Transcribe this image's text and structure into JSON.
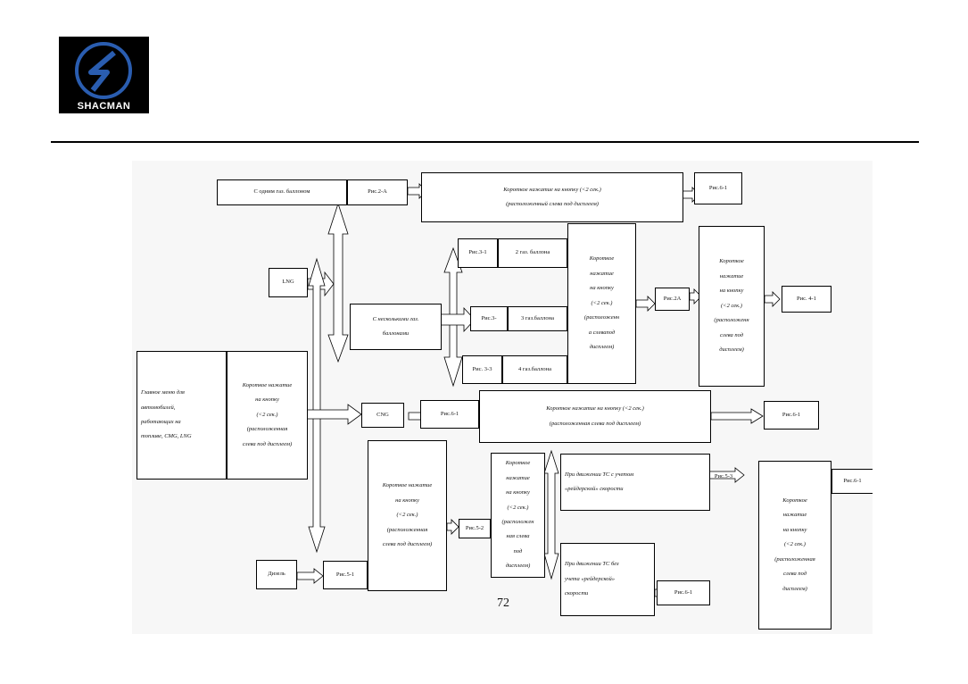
{
  "logo": {
    "text": "SHACMAN"
  },
  "page_number": "72",
  "boxes": {
    "gas_one": "С одним газ. баллоном",
    "ref_2a": "Рис.2-А",
    "short_press_top": {
      "line1": "Короткое нажатие   на кнопку   (<2 сек.)",
      "line2": "(расположенный    слева под дисплеем)"
    },
    "ref_6_1_top": "Рис.6-1",
    "lng": "LNG",
    "ref_3_1": "Рис.3-1",
    "two_balloons": "2 газ. баллона",
    "ref_3_2": "Рис.3-",
    "three_balloons": "3 газ.баллона",
    "ref_3_3": "Рис. 3-3",
    "four_balloons": "4 газ.баллона",
    "multi_balloons": {
      "line1": "С несколькими    газ.",
      "line2": "баллонами"
    },
    "short_press_tall": [
      "Короткое",
      "нажатие",
      "на кнопку",
      "(<2 сек.)",
      "(расположенн",
      "а   слевапод",
      "дисплеем)"
    ],
    "ref_2a_mid": "Рис.2А",
    "short_press_right": [
      "Короткое",
      "нажатие",
      "на кнопку",
      "(<2 сек.)",
      "(расположенн",
      "слева под",
      "дисплеем)"
    ],
    "ref_4_1": "Рис. 4-1",
    "left_desc": [
      "Главное меню для",
      "автомобилей,",
      "работающих на",
      "топливе, СМG, LNG"
    ],
    "left_press": [
      "Короткое нажатие",
      "на кнопку",
      "(<2 сек.)",
      "(расположенная",
      "слева под дисплеем)"
    ],
    "cng": "CNG",
    "ref_6_1_mid": "Рис.6-1",
    "short_press_cng": {
      "line1": "Короткое нажатие на кнопку (<2 сек.)",
      "line2": "(расположенная    слева под дисплеем)"
    },
    "ref_6_1_right": "Рис.6-1",
    "diesel": "Дизель",
    "ref_5_1": "Рис.5-1",
    "press_diesel": [
      "Короткое нажатие",
      "на кнопку",
      "(<2 сек.)",
      "(расположенная",
      "слева под дисплеем)"
    ],
    "ref_5_2": "Рис.5-2",
    "press_narrow": [
      "Короткое",
      "нажатие",
      "на кнопку",
      "(<2 сек.)",
      "(расположен",
      "ная слева",
      "под",
      "дисплеем)"
    ],
    "with_brake": {
      "line1": "При движении ТС с учетом",
      "line2": "«рейдерской»   скорости"
    },
    "ref_5_3": "Рис.5-3",
    "press_far_right": [
      "Короткое",
      "нажатие",
      "на кнопку",
      "(<2 сек.)",
      "(расположенная",
      "слева под",
      "дисплеем)"
    ],
    "ref_6_1_far": "Рис.6-1",
    "without_brake": [
      "При движении ТС без",
      "учета   «рейдерской»",
      "скорости"
    ],
    "ref_6_1_bottom": "Рис.6-1"
  }
}
